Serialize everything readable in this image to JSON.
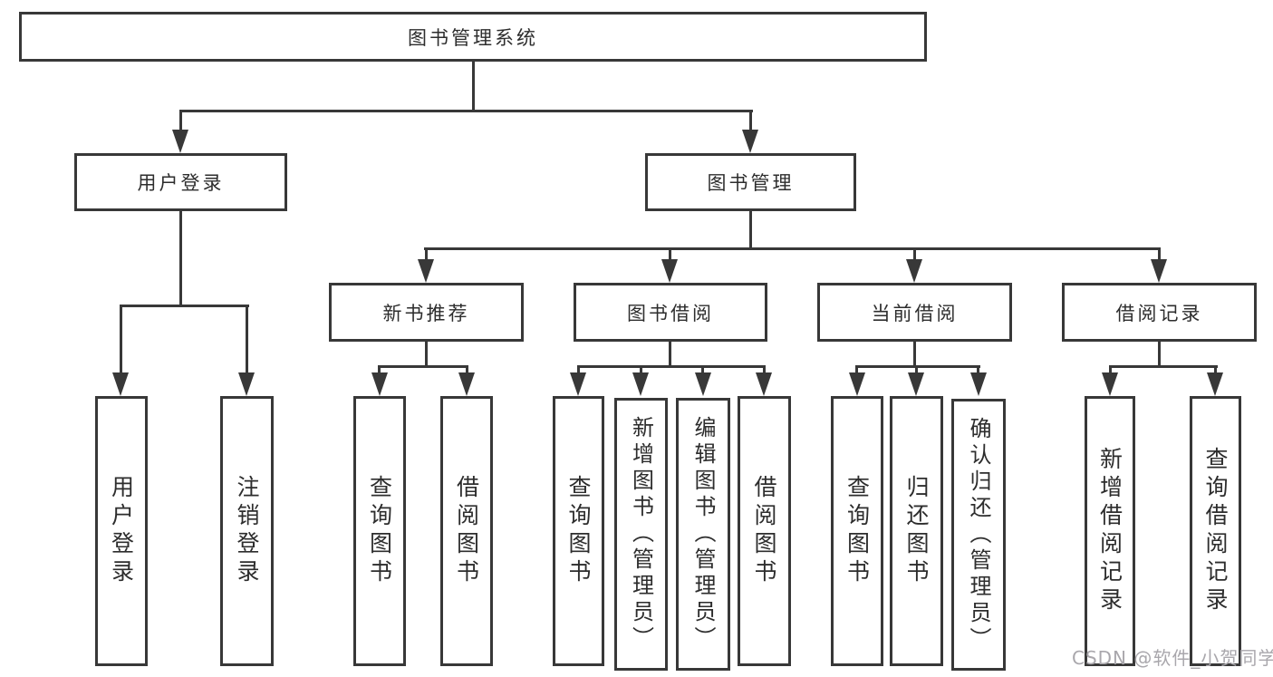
{
  "tree": {
    "root": "图书管理系统",
    "level2": [
      "用户登录",
      "图书管理"
    ],
    "level3": [
      "新书推荐",
      "图书借阅",
      "当前借阅",
      "借阅记录"
    ],
    "leaves": {
      "user_login": [
        "用户登录",
        "注销登录"
      ],
      "new_book": [
        "查询图书",
        "借阅图书"
      ],
      "book_borrow": [
        "查询图书",
        "新增图书（管理员）",
        "编辑图书（管理员）",
        "借阅图书"
      ],
      "current_borrow": [
        "查询图书",
        "归还图书",
        "确认归还（管理员）"
      ],
      "borrow_record": [
        "新增借阅记录",
        "查询借阅记录"
      ]
    }
  },
  "watermark": {
    "text": "CSDN @软件_小贺同学"
  },
  "colors": {
    "line": "#383838",
    "box_border": "#383838",
    "text": "#2d2d2d",
    "background": "#ffffff",
    "watermark": "#a9a7ac"
  }
}
